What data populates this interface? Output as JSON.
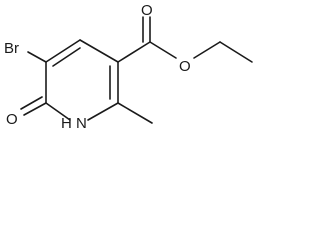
{
  "molecule": {
    "atoms": {
      "bromine": "Br",
      "ketone_oxygen": "O",
      "ring_nitrogen": "N",
      "nitrogen_hydrogen": "H",
      "ester_carbonyl_oxygen": "O",
      "ester_ether_oxygen": "O"
    }
  },
  "colors": {
    "stroke": "#1a1a1a",
    "background": "#ffffff"
  }
}
